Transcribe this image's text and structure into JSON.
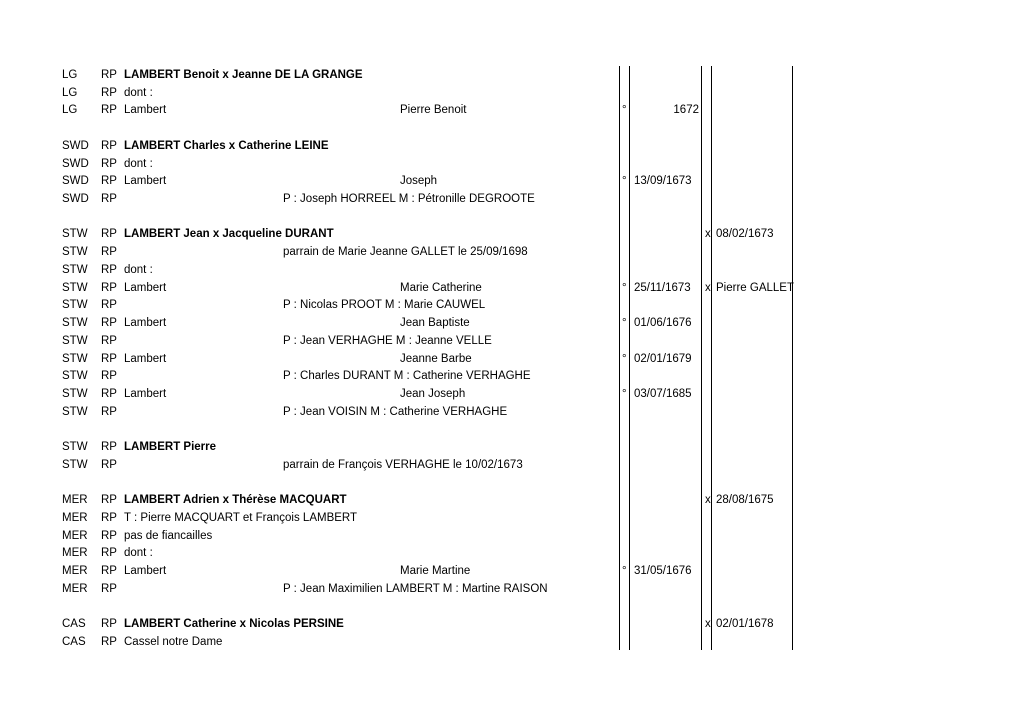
{
  "rows": [
    {
      "loc": "LG",
      "rp": "RP",
      "name": "LAMBERT Benoit x Jeanne DE LA GRANGE",
      "bold": true
    },
    {
      "loc": "LG",
      "rp": "RP",
      "name": "dont :"
    },
    {
      "loc": "LG",
      "rp": "RP",
      "name": "Lambert",
      "sub": "Pierre Benoit",
      "birth_mark": "°",
      "birth_date_right": "1672"
    },
    {
      "blank": true
    },
    {
      "loc": "SWD",
      "rp": "RP",
      "name": "LAMBERT Charles x Catherine LEINE",
      "bold": true
    },
    {
      "loc": "SWD",
      "rp": "RP",
      "name": "dont :"
    },
    {
      "loc": "SWD",
      "rp": "RP",
      "name": "Lambert",
      "sub": "Joseph",
      "birth_mark": "°",
      "birth_date": "13/09/1673"
    },
    {
      "loc": "SWD",
      "rp": "RP",
      "par": "P : Joseph HORREEL M : Pétronille DEGROOTE"
    },
    {
      "blank": true
    },
    {
      "loc": "STW",
      "rp": "RP",
      "name": "LAMBERT Jean x Jacqueline DURANT",
      "bold": true,
      "marr_mark": "x",
      "marr_date": "08/02/1673"
    },
    {
      "loc": "STW",
      "rp": "RP",
      "par": "parrain de Marie Jeanne GALLET le 25/09/1698"
    },
    {
      "loc": "STW",
      "rp": "RP",
      "name": "dont :"
    },
    {
      "loc": "STW",
      "rp": "RP",
      "name": "Lambert",
      "sub": "Marie Catherine",
      "birth_mark": "°",
      "birth_date": "25/11/1673",
      "marr_mark": "x",
      "marr_date": "Pierre GALLET"
    },
    {
      "loc": "STW",
      "rp": "RP",
      "par": "P : Nicolas PROOT M : Marie CAUWEL"
    },
    {
      "loc": "STW",
      "rp": "RP",
      "name": "Lambert",
      "sub": "Jean Baptiste",
      "birth_mark": "°",
      "birth_date": "01/06/1676"
    },
    {
      "loc": "STW",
      "rp": "RP",
      "par": "P : Jean VERHAGHE M : Jeanne VELLE"
    },
    {
      "loc": "STW",
      "rp": "RP",
      "name": "Lambert",
      "sub": "Jeanne Barbe",
      "birth_mark": "°",
      "birth_date": "02/01/1679"
    },
    {
      "loc": "STW",
      "rp": "RP",
      "par": "P : Charles DURANT M : Catherine VERHAGHE"
    },
    {
      "loc": "STW",
      "rp": "RP",
      "name": "Lambert",
      "sub": "Jean Joseph",
      "birth_mark": "°",
      "birth_date": "03/07/1685"
    },
    {
      "loc": "STW",
      "rp": "RP",
      "par": "P : Jean VOISIN M : Catherine VERHAGHE"
    },
    {
      "blank": true
    },
    {
      "loc": "STW",
      "rp": "RP",
      "name": "LAMBERT Pierre",
      "bold": true
    },
    {
      "loc": "STW",
      "rp": "RP",
      "par": "parrain de François VERHAGHE le 10/02/1673"
    },
    {
      "blank": true
    },
    {
      "loc": "MER",
      "rp": "RP",
      "name": "LAMBERT Adrien x Thérèse MACQUART",
      "bold": true,
      "marr_mark": "x",
      "marr_date": "28/08/1675"
    },
    {
      "loc": "MER",
      "rp": "RP",
      "name": "T : Pierre MACQUART et François LAMBERT"
    },
    {
      "loc": "MER",
      "rp": "RP",
      "name": "pas de fiancailles"
    },
    {
      "loc": "MER",
      "rp": "RP",
      "name": "dont :"
    },
    {
      "loc": "MER",
      "rp": "RP",
      "name": "Lambert",
      "sub": "Marie Martine",
      "birth_mark": "°",
      "birth_date": "31/05/1676"
    },
    {
      "loc": "MER",
      "rp": "RP",
      "par": "P : Jean Maximilien LAMBERT M : Martine RAISON"
    },
    {
      "blank": true
    },
    {
      "loc": "CAS",
      "rp": "RP",
      "name": "LAMBERT Catherine x Nicolas PERSINE",
      "bold": true,
      "marr_mark": "x",
      "marr_date": "02/01/1678"
    },
    {
      "loc": "CAS",
      "rp": "RP",
      "name": "Cassel notre Dame"
    }
  ]
}
